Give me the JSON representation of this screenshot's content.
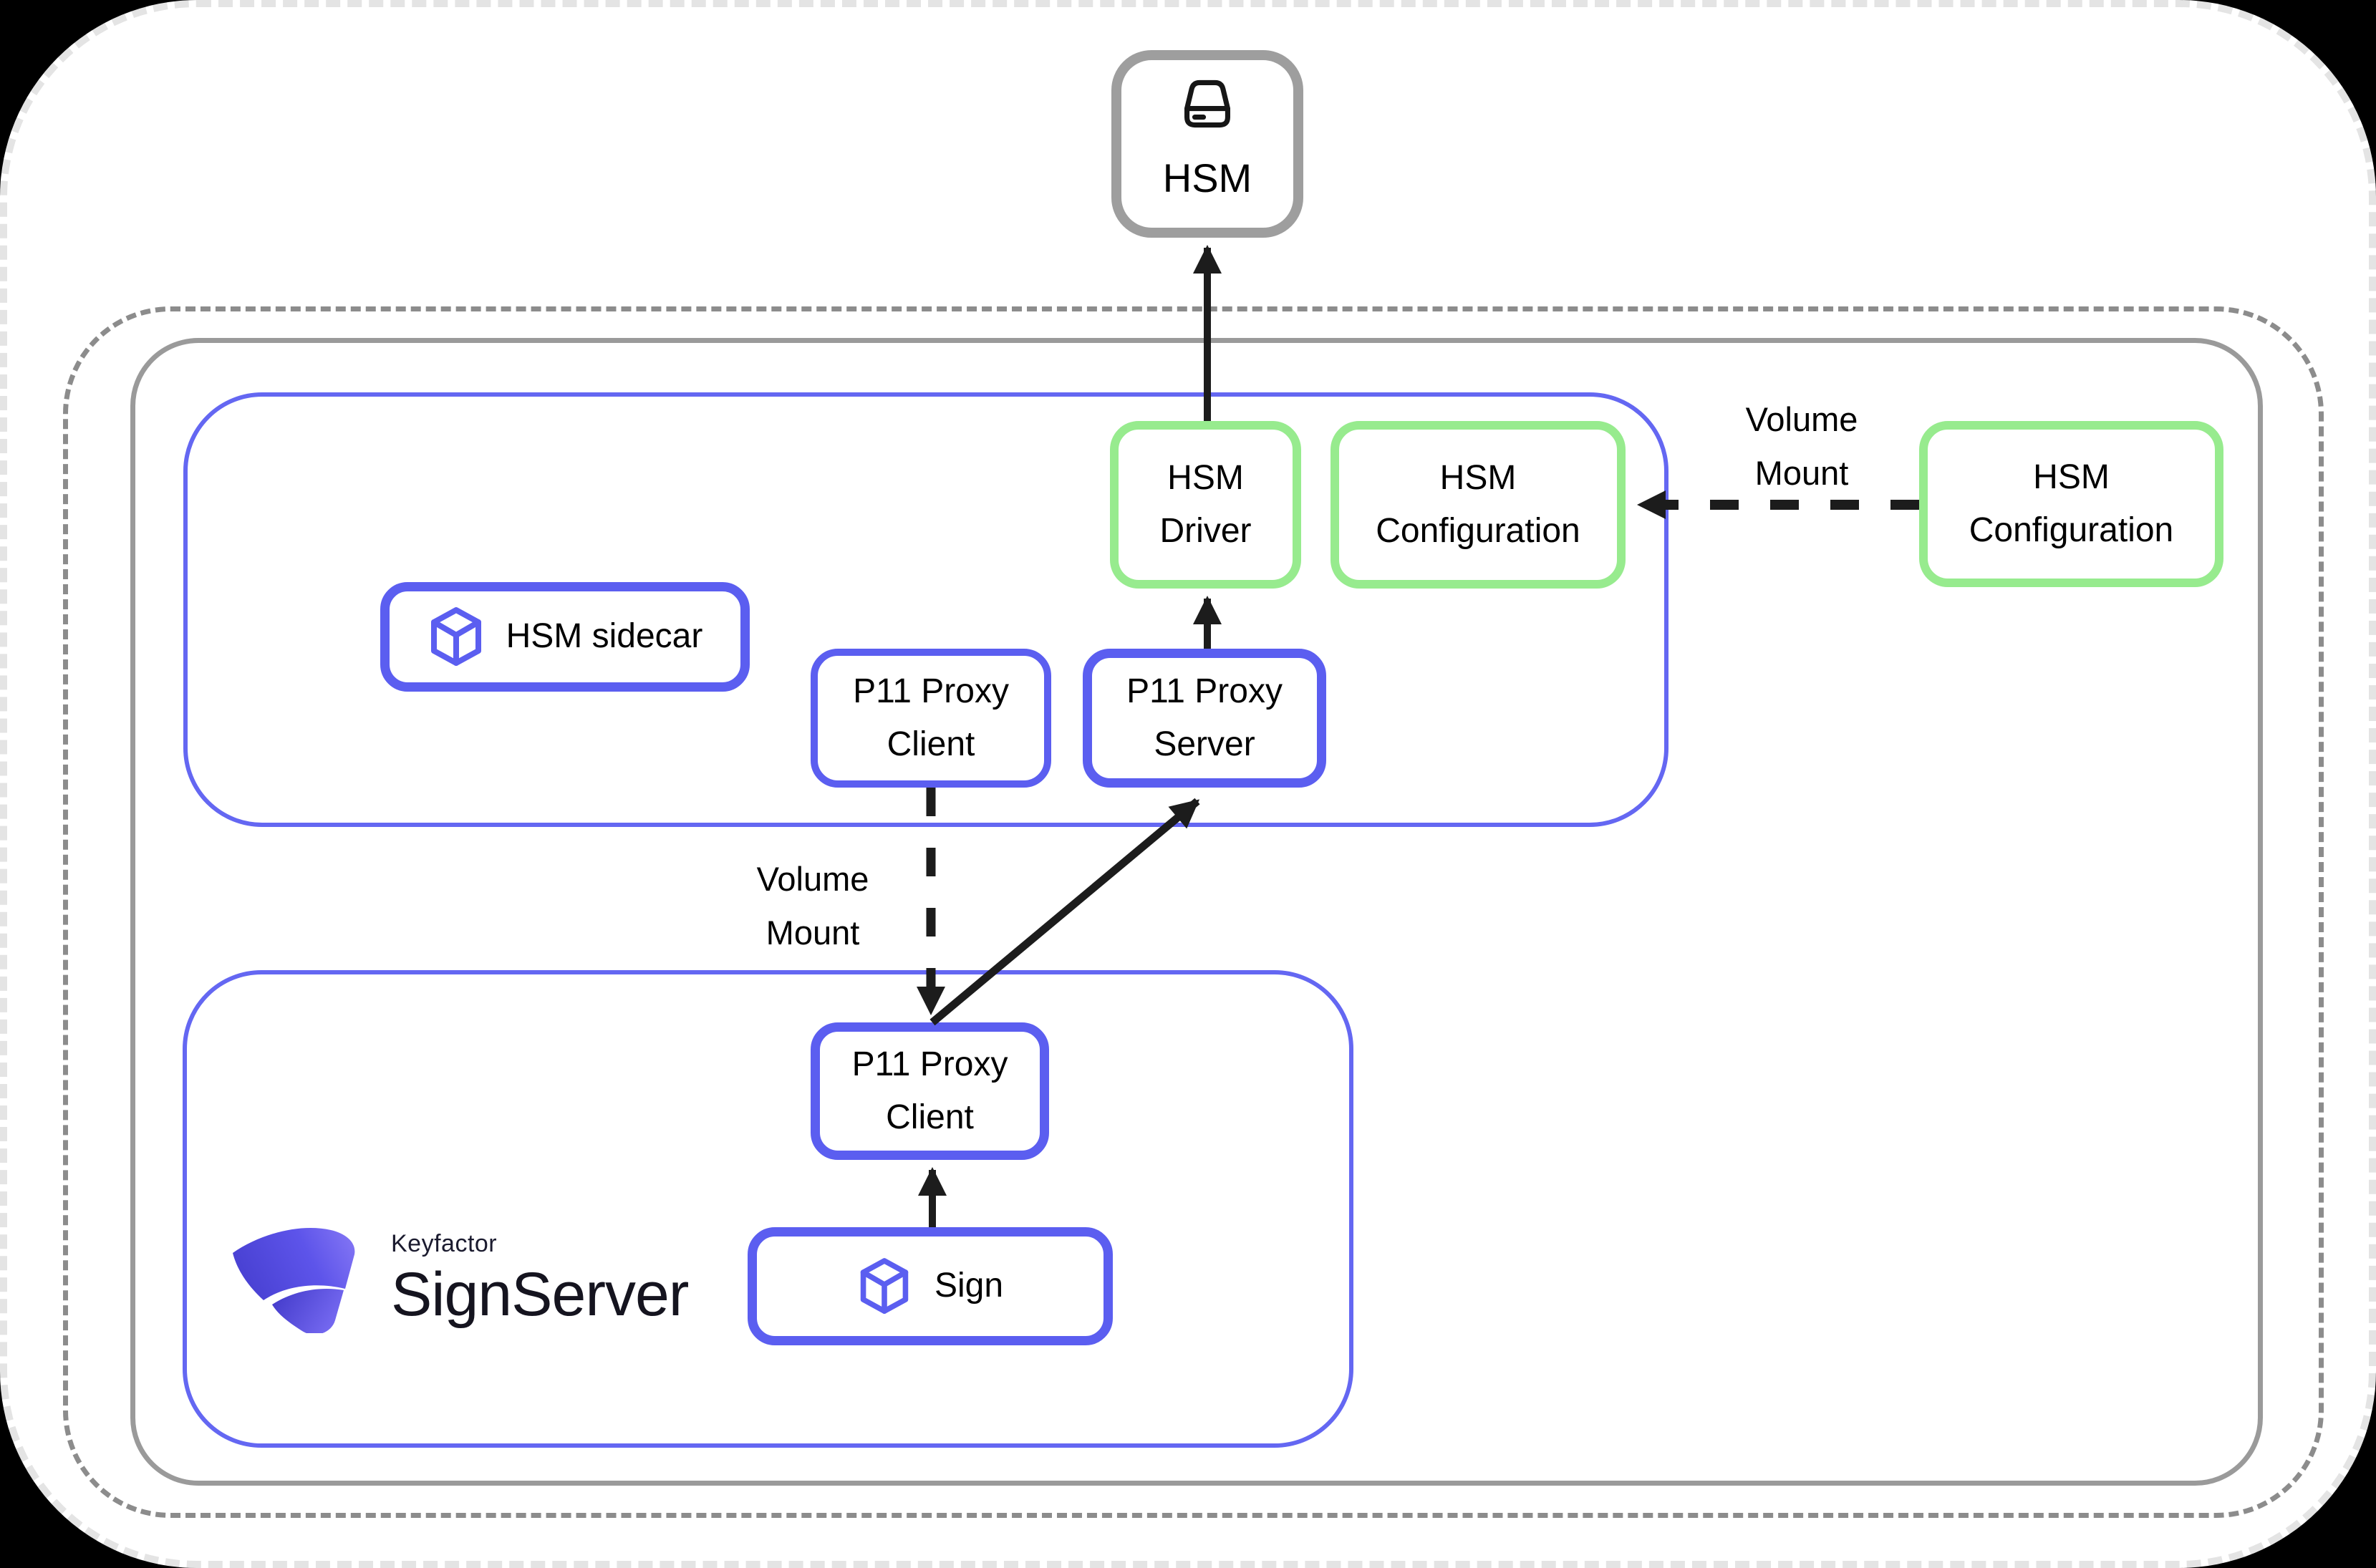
{
  "diagram": {
    "type": "architecture-diagram",
    "nodes": {
      "hsm": {
        "label": "HSM",
        "shape_color": "#9e9e9e",
        "icon": "internal-drive-icon"
      },
      "hsm_driver": {
        "label": "HSM Driver",
        "shape_color": "#97eb8e"
      },
      "hsm_configuration_sidecar": {
        "label": "HSM Configuration",
        "shape_color": "#97eb8e"
      },
      "hsm_configuration_external": {
        "label": "HSM Configuration",
        "shape_color": "#97eb8e"
      },
      "hsm_sidecar": {
        "label": "HSM sidecar",
        "shape_color": "#5b5ef0",
        "icon": "cube-icon"
      },
      "p11_proxy_client_sidecar": {
        "label": "P11 Proxy Client",
        "shape_color": "#5b5ef0"
      },
      "p11_proxy_server": {
        "label": "P11 Proxy Server",
        "shape_color": "#5b5ef0"
      },
      "p11_proxy_client_signserver": {
        "label": "P11 Proxy Client",
        "shape_color": "#5b5ef0"
      },
      "sign": {
        "label": "Sign",
        "shape_color": "#5b5ef0",
        "icon": "cube-icon"
      }
    },
    "edges": [
      {
        "from": "hsm_driver",
        "to": "hsm",
        "style": "solid",
        "label": ""
      },
      {
        "from": "p11_proxy_server",
        "to": "hsm_driver",
        "style": "solid",
        "label": ""
      },
      {
        "from": "hsm_configuration_external",
        "to": "hsm_configuration_sidecar",
        "style": "dashed",
        "label": "Volume Mount"
      },
      {
        "from": "p11_proxy_client_sidecar",
        "to": "p11_proxy_client_signserver",
        "style": "dashed",
        "label": "Volume Mount"
      },
      {
        "from": "p11_proxy_client_signserver",
        "to": "p11_proxy_server",
        "style": "solid",
        "label": ""
      },
      {
        "from": "sign",
        "to": "p11_proxy_client_signserver",
        "style": "solid",
        "label": ""
      }
    ],
    "logo": {
      "brand": "Keyfactor",
      "product": "SignServer"
    },
    "colors": {
      "node_blue_border": "#5b5ef0",
      "node_green_border": "#97eb8e",
      "node_gray_border": "#9e9e9e",
      "pod_container_border": "#6467f2",
      "outer_container_solid": "#9a9a9a",
      "outer_container_dashed": "#8c8c8c",
      "canvas_dashed_edge": "#e4e4e4",
      "arrow": "#1c1c1c",
      "text": "#000000",
      "logo_gradient_start": "#4a42d4",
      "logo_gradient_end": "#8678f5",
      "background": "#ffffff",
      "page_background": "#000000"
    }
  }
}
